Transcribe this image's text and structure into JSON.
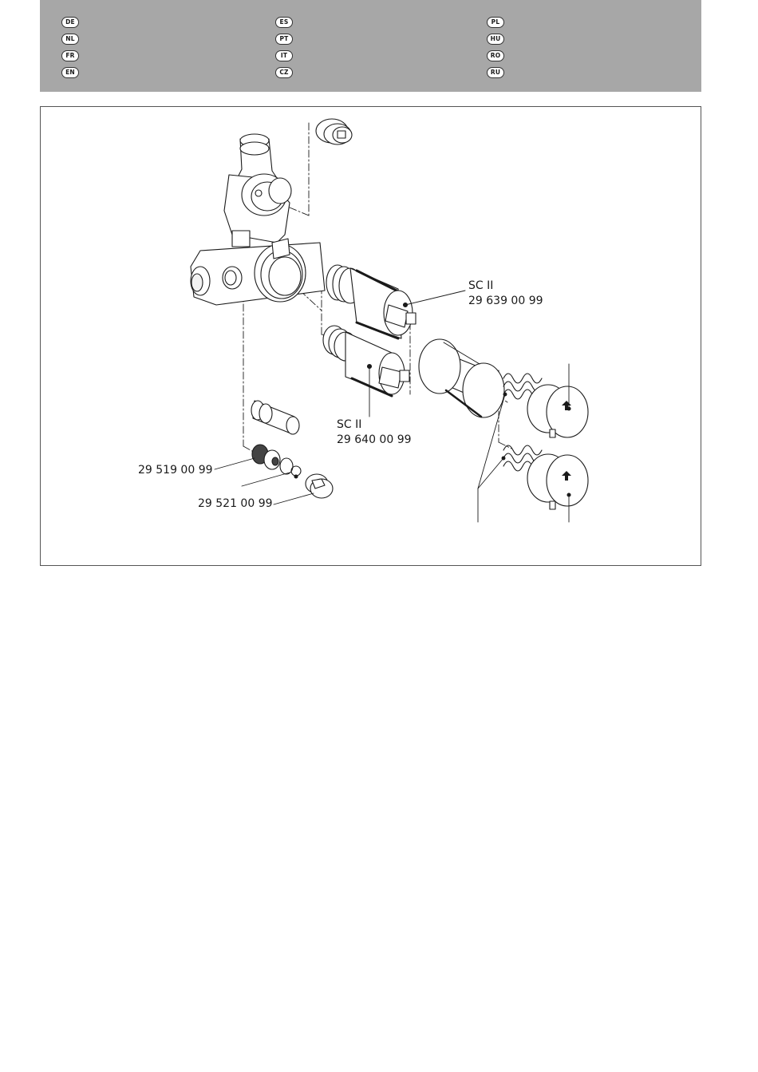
{
  "language_codes": {
    "column_1": [
      "DE",
      "NL",
      "FR",
      "EN"
    ],
    "column_2": [
      "ES",
      "PT",
      "IT",
      "CZ"
    ],
    "column_3": [
      "PL",
      "HU",
      "RO",
      "RU"
    ]
  },
  "parts": {
    "cartridge_upper": {
      "name": "SC II",
      "number": "29 639 00 99"
    },
    "cartridge_lower": {
      "name": "SC II",
      "number": "29 640 00 99"
    },
    "check_valve": {
      "number": "29 519 00 99"
    },
    "plug": {
      "number": "29 521 00 99"
    }
  },
  "colors": {
    "band": "#a7a7a7",
    "frame": "#555555",
    "line": "#1a1a1a"
  }
}
